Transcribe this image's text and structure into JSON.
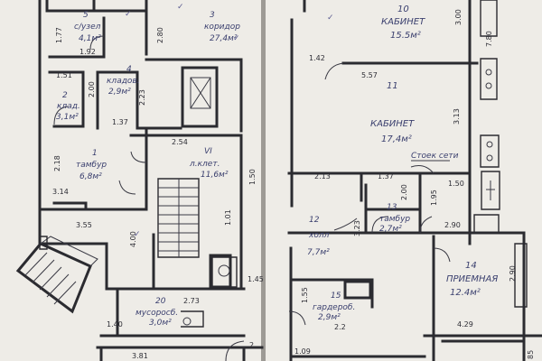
{
  "rooms": [
    {
      "id": "r5",
      "num": "5",
      "name": "с/узел",
      "area": "4,1м²"
    },
    {
      "id": "r3",
      "num": "3",
      "name": "коридор",
      "area": "27,4м²"
    },
    {
      "id": "r4",
      "num": "4",
      "name": "кладов.",
      "area": "2,9м²"
    },
    {
      "id": "r2",
      "num": "2",
      "name": "клад.",
      "area": "3,1м²"
    },
    {
      "id": "r1",
      "num": "1",
      "name": "тамбур",
      "area": "6,8м²"
    },
    {
      "id": "rVI",
      "num": "VI",
      "name": "л.клет.",
      "area": "11,6м²"
    },
    {
      "id": "r20",
      "num": "20",
      "name": "мусоросб.",
      "area": "3,0м²"
    },
    {
      "id": "r10",
      "num": "10",
      "name": "КАБИНЕТ",
      "area": "15.5м²"
    },
    {
      "id": "r11",
      "num": "11",
      "name": "КАБИНЕТ",
      "area": "17,4м²"
    },
    {
      "id": "r13",
      "num": "13",
      "name": "тамбур",
      "area": "2,7м²"
    },
    {
      "id": "r12",
      "num": "12",
      "name": "холл",
      "area": "7,7м²"
    },
    {
      "id": "r14",
      "num": "14",
      "name": "ПРИЕМНАЯ",
      "area": "12.4м²"
    },
    {
      "id": "r15",
      "num": "15",
      "name": "гардероб.",
      "area": "2,9м²"
    }
  ],
  "dimensions": [
    "1.77",
    "1.92",
    "2.80",
    "1.51",
    "2.00",
    "2.23",
    "1.37",
    "2.54",
    "2.18",
    "3.14",
    "3.55",
    "4.00",
    "1.50",
    "1.45",
    "2.73",
    "1.40",
    "3.81",
    "2",
    "1.42",
    "5.57",
    "3.00",
    "7.80",
    "3.13",
    "2.13",
    "1.37",
    "2.00",
    "1.95",
    "1.50",
    "3.23",
    "2.90",
    "2.90",
    "1.55",
    "2.2",
    "4.29",
    "1.09",
    "85"
  ],
  "annotations": {
    "cable_note": "Стоек сети",
    "stair_width": "1.01"
  }
}
